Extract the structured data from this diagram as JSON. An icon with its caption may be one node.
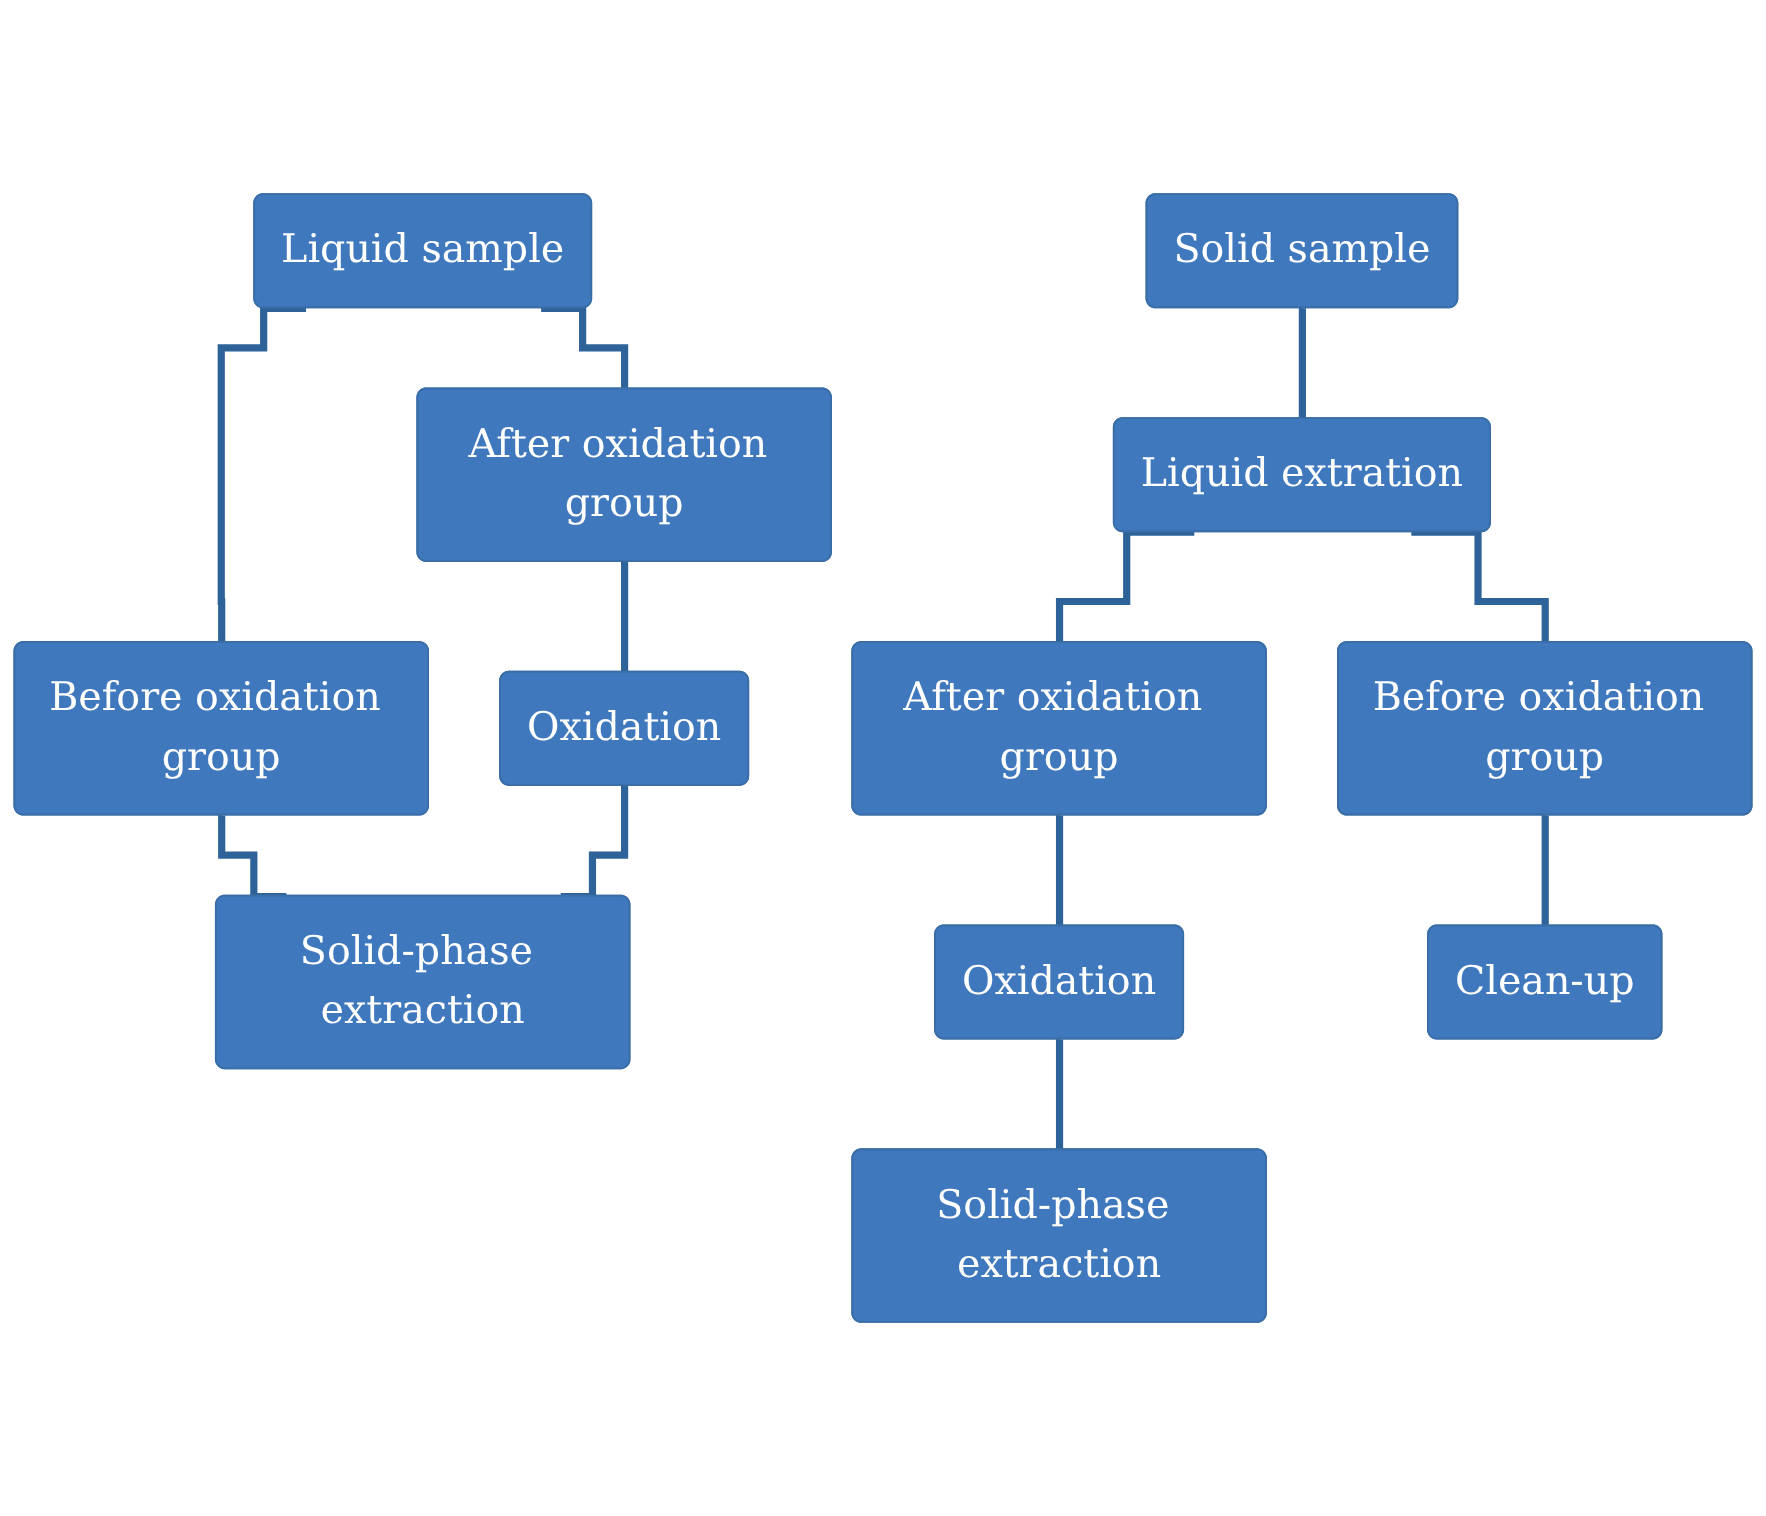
{
  "diagram": {
    "nodes": [
      {
        "text": [
          "Liquid sample"
        ]
      },
      {
        "text": [
          "Before oxidation group"
        ]
      },
      {
        "text": [
          "After oxidation group"
        ]
      },
      {
        "text": [
          "Oxidation"
        ]
      },
      {
        "text": [
          "Solid-phase extraction"
        ]
      },
      {
        "text": [
          "Solid sample"
        ]
      },
      {
        "text": [
          "Liquid extration"
        ]
      },
      {
        "text": [
          "Before oxidation group"
        ]
      },
      {
        "text": [
          "After oxidation group"
        ]
      },
      {
        "text": [
          "Oxidation"
        ]
      },
      {
        "text": [
          "Clean-up"
        ]
      },
      {
        "text": [
          "Solid-phase extraction"
        ]
      }
    ],
    "edges": [
      {
        "from": 0,
        "to": 1,
        "arrow": "none"
      },
      {
        "from": 0,
        "to": 2,
        "arrow": "none"
      },
      {
        "from": 2,
        "to": 3,
        "arrow": "none"
      },
      {
        "from": 1,
        "to": 4,
        "arrow": "none"
      },
      {
        "from": 3,
        "to": 4,
        "arrow": "none"
      },
      {
        "from": 5,
        "to": 6,
        "arrow": "none"
      },
      {
        "from": 6,
        "to": 7,
        "arrow": "none"
      },
      {
        "from": 6,
        "to": 8,
        "arrow": "none"
      },
      {
        "from": 7,
        "to": 10,
        "arrow": "none"
      },
      {
        "from": 8,
        "to": 9,
        "arrow": "none"
      },
      {
        "from": 9,
        "to": 11,
        "arrow": "none"
      }
    ]
  }
}
